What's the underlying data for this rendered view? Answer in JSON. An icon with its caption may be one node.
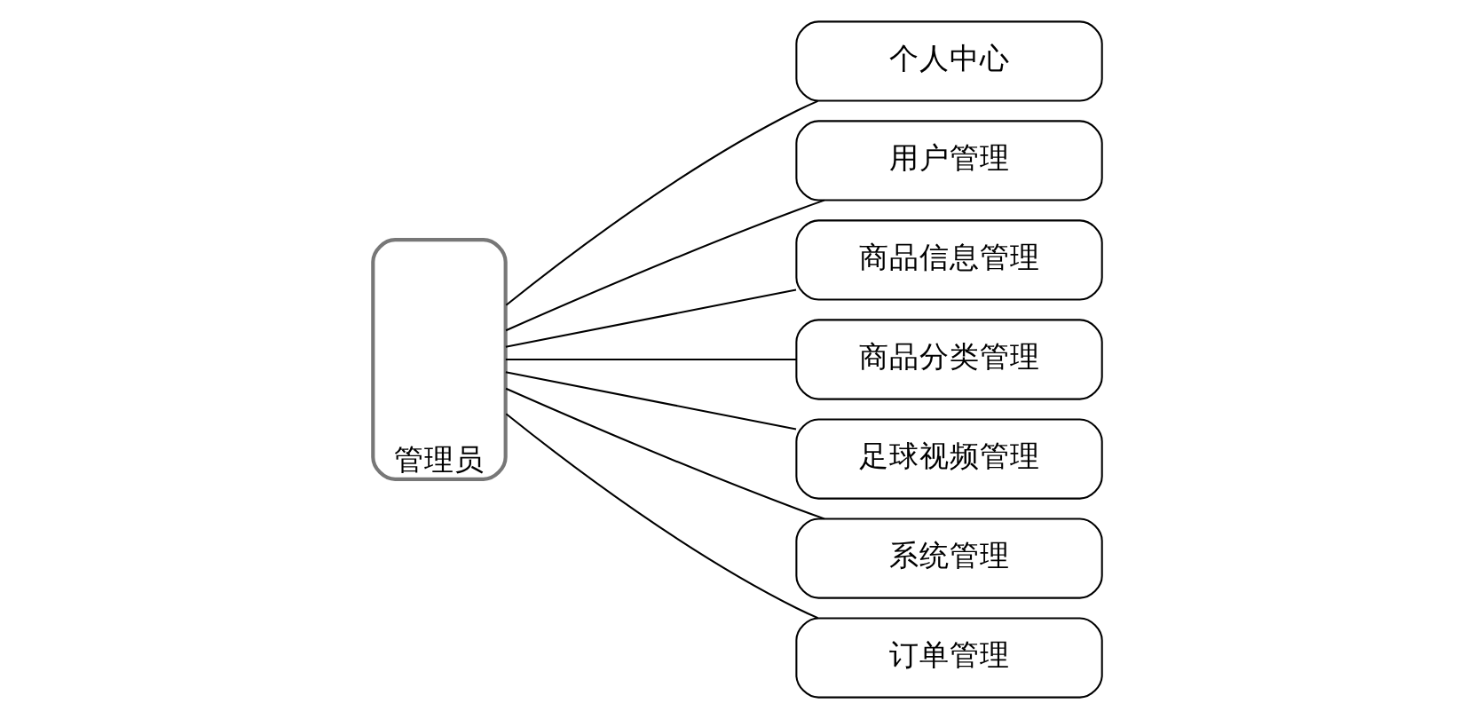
{
  "diagram": {
    "nodes": [
      {
        "text": [
          "管理员"
        ]
      },
      {
        "text": [
          "个人中心"
        ]
      },
      {
        "text": [
          "用户管理"
        ]
      },
      {
        "text": [
          "商品信息管理"
        ]
      },
      {
        "text": [
          "商品分类管理"
        ]
      },
      {
        "text": [
          "足球视频管理"
        ]
      },
      {
        "text": [
          "系统管理"
        ]
      },
      {
        "text": [
          "订单管理"
        ]
      }
    ],
    "edges": [
      {
        "from": 0,
        "to": 1,
        "arrow": "none"
      },
      {
        "from": 0,
        "to": 2,
        "arrow": "none"
      },
      {
        "from": 0,
        "to": 3,
        "arrow": "none"
      },
      {
        "from": 0,
        "to": 4,
        "arrow": "none"
      },
      {
        "from": 0,
        "to": 5,
        "arrow": "none"
      },
      {
        "from": 0,
        "to": 6,
        "arrow": "none"
      },
      {
        "from": 0,
        "to": 7,
        "arrow": "none"
      }
    ]
  }
}
